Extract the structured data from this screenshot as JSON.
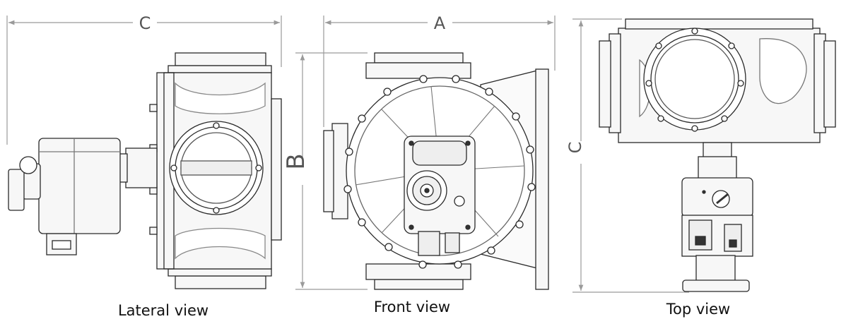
{
  "views": {
    "lateral": {
      "caption": "Lateral view"
    },
    "front": {
      "caption": "Front view"
    },
    "top": {
      "caption": "Top view"
    }
  },
  "dimensions": {
    "lateral_width": "C",
    "front_width": "A",
    "front_height": "B",
    "top_height": "C"
  },
  "colors": {
    "line": "#2a2a2a",
    "dimension": "#9a9a9a",
    "fill": "#f7f7f7"
  }
}
